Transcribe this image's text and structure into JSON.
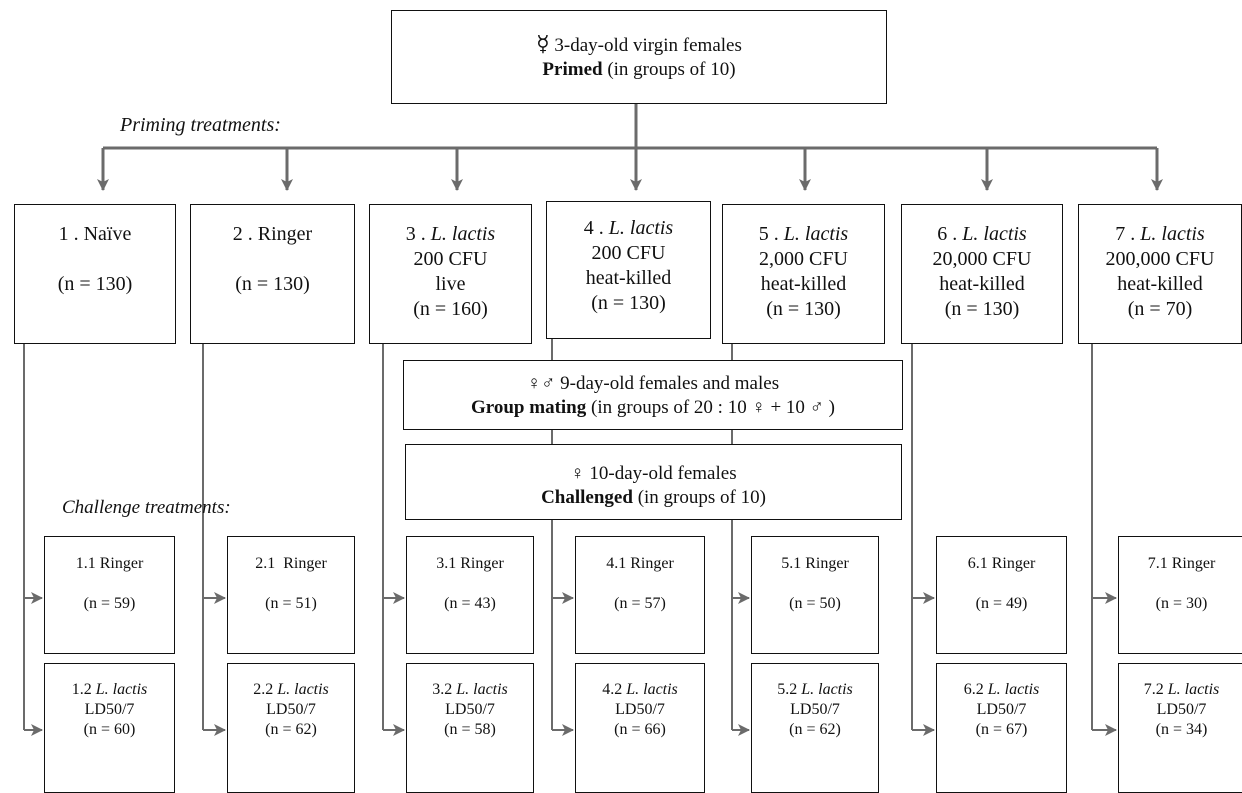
{
  "top": {
    "symbol": "☿",
    "line1": "3-day-old virgin females",
    "line2_bold": "Primed",
    "line2_rest": " (in groups of 10)"
  },
  "labels": {
    "priming": "Priming treatments:",
    "challenge": "Challenge treatments:"
  },
  "priming": [
    {
      "lines": [
        "1 . Naïve",
        "",
        "(n = 130)"
      ]
    },
    {
      "lines": [
        "2 . Ringer",
        "",
        "(n = 130)"
      ]
    },
    {
      "lines": [
        "3 . L. lactis",
        "200 CFU",
        "live",
        "(n = 160)"
      ]
    },
    {
      "lines": [
        "4 . L. lactis",
        "200 CFU",
        "heat-killed",
        "(n = 130)"
      ]
    },
    {
      "lines": [
        "5 . L. lactis",
        "2,000 CFU",
        "heat-killed",
        "(n = 130)"
      ]
    },
    {
      "lines": [
        "6 . L. lactis",
        "20,000 CFU",
        "heat-killed",
        "(n = 130)"
      ]
    },
    {
      "lines": [
        "7 . L. lactis",
        "200,000 CFU",
        "heat-killed",
        "(n = 70)"
      ]
    }
  ],
  "mating": {
    "line1": "♀♂ 9-day-old females and males",
    "line2_bold": "Group mating",
    "line2_rest": " (in groups of 20 : 10 ♀ + 10 ♂ )"
  },
  "challenge_box": {
    "line1": "♀ 10-day-old females",
    "line2_bold": "Challenged",
    "line2_rest": " (in groups of 10)"
  },
  "challenges": [
    {
      "ringer": {
        "label": "1.1 Ringer",
        "n": "(n = 59)"
      },
      "lactis": {
        "id": "1.2",
        "name": "L. lactis",
        "dose": "LD50/7",
        "n": "(n = 60)"
      }
    },
    {
      "ringer": {
        "label": "2.1  Ringer",
        "n": "(n = 51)"
      },
      "lactis": {
        "id": "2.2",
        "name": "L. lactis",
        "dose": "LD50/7",
        "n": "(n = 62)"
      }
    },
    {
      "ringer": {
        "label": "3.1 Ringer",
        "n": "(n = 43)"
      },
      "lactis": {
        "id": "3.2",
        "name": "L. lactis",
        "dose": "LD50/7",
        "n": "(n = 58)"
      }
    },
    {
      "ringer": {
        "label": "4.1 Ringer",
        "n": "(n = 57)"
      },
      "lactis": {
        "id": "4.2",
        "name": "L. lactis",
        "dose": "LD50/7",
        "n": "(n = 66)"
      }
    },
    {
      "ringer": {
        "label": "5.1 Ringer",
        "n": "(n = 50)"
      },
      "lactis": {
        "id": "5.2",
        "name": "L. lactis",
        "dose": "LD50/7",
        "n": "(n = 62)"
      }
    },
    {
      "ringer": {
        "label": "6.1 Ringer",
        "n": "(n = 49)"
      },
      "lactis": {
        "id": "6.2",
        "name": "L. lactis",
        "dose": "LD50/7",
        "n": "(n = 67)"
      }
    },
    {
      "ringer": {
        "label": "7.1 Ringer",
        "n": "(n = 30)"
      },
      "lactis": {
        "id": "7.2",
        "name": "L. lactis",
        "dose": "LD50/7",
        "n": "(n = 34)"
      }
    }
  ],
  "colors": {
    "arrow": "#6b6b6b",
    "border": "#111111"
  }
}
